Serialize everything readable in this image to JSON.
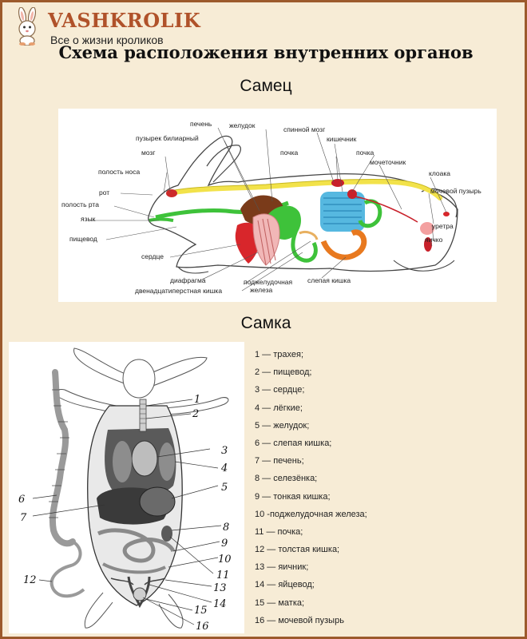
{
  "brand": {
    "name": "VASHKROLIK",
    "tagline": "Все о жизни кроликов"
  },
  "title": "Схема расположения внутренних органов",
  "male": {
    "heading": "Самец",
    "labels": {
      "liver": "печень",
      "gallbladder": "пузырек билиарный",
      "stomach": "желудок",
      "spinal_cord": "спинной мозг",
      "intestine": "кишечник",
      "brain": "мозг",
      "kidney1": "почка",
      "kidney2": "почка",
      "ureter": "мочеточник",
      "nasal_cavity": "полость носа",
      "cloaca": "клоака",
      "mouth": "рот",
      "bladder": "мочевой пузырь",
      "oral_cavity": "полость рта",
      "tongue": "язык",
      "urethra": "уретра",
      "esophagus": "пищевод",
      "testis": "яичко",
      "heart": "сердце",
      "diaphragm": "диафрагма",
      "pancreas_1": "поджелудочная",
      "pancreas_2": "железа",
      "duodenum": "двенадцатиперстная кишка",
      "caecum": "слепая кишка"
    }
  },
  "female": {
    "heading": "Самка",
    "numbers": [
      "1",
      "2",
      "3",
      "4",
      "5",
      "6",
      "7",
      "8",
      "9",
      "10",
      "11",
      "12",
      "13",
      "14",
      "15",
      "16"
    ],
    "legend": [
      "1 — трахея;",
      "2 — пищевод;",
      "3 — сердце;",
      "4 — лёгкие;",
      "5 — желудок;",
      "6 — слепая кишка;",
      "7 — печень;",
      "8 — селезёнка;",
      "9 — тонкая кишка;",
      "10 -поджелудочная железа;",
      "11 — почка;",
      "12 — толстая кишка;",
      "13 — яичник;",
      "14 — яйцевод;",
      "15 — матка;",
      "16 — мочевой пузырь"
    ]
  },
  "colors": {
    "frame": "#9c5a2c",
    "background": "#f7ecd6",
    "brand": "#b0522a",
    "spinal": "#f2e24a",
    "digestive": "#3ec23a",
    "heart": "#d8262b",
    "kidney": "#c8202a",
    "intestine": "#56b8e0",
    "caecum": "#e8791f",
    "bladder": "#f3a0a0"
  }
}
